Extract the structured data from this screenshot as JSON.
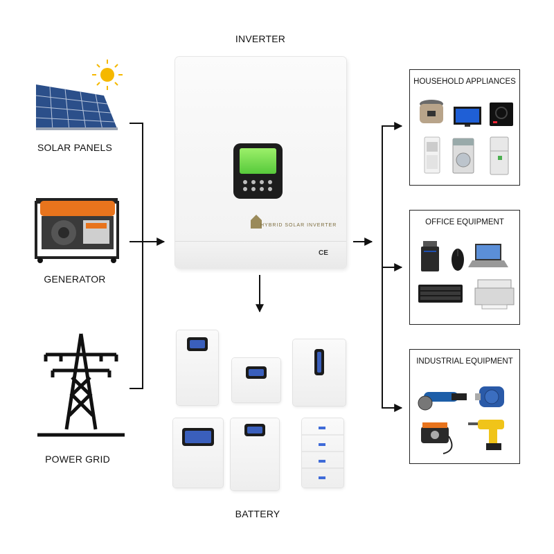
{
  "labels": {
    "inverter": "INVERTER",
    "solar_panels": "SOLAR PANELS",
    "generator": "GENERATOR",
    "power_grid": "POWER GRID",
    "battery": "BATTERY"
  },
  "inverter": {
    "brand_text": "HYBRID SOLAR INVERTER",
    "mark_text": "CE"
  },
  "outputs": [
    {
      "title": "HOUSEHOLD APPLIANCES",
      "items": [
        "rice-cooker",
        "television",
        "induction-cooker",
        "air-conditioner",
        "washing-machine",
        "refrigerator"
      ]
    },
    {
      "title": "OFFICE EQUIPMENT",
      "items": [
        "paper-shredder",
        "computer-mouse",
        "laptop",
        "keyboard",
        "printer"
      ]
    },
    {
      "title": "INDUSTRIAL EQUIPMENT",
      "items": [
        "angle-grinder",
        "electric-motor",
        "air-compressor",
        "power-drill"
      ]
    }
  ],
  "colors": {
    "line": "#111111",
    "panel_blue": "#2b4f8a",
    "sun": "#f5b800",
    "generator_orange": "#e8741d",
    "lcd_green": "#7bdc4f"
  }
}
